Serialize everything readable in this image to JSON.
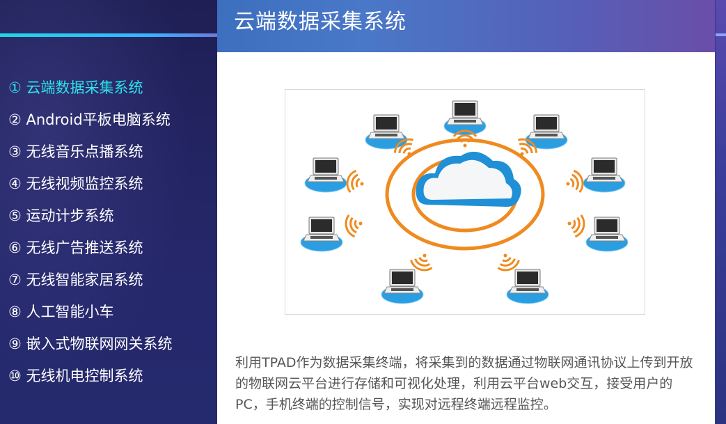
{
  "content": {
    "title": "云端数据采集系统",
    "description": "利用TPAD作为数据采集终端，将采集到的数据通过物联网通讯协议上传到开放的物联网云平台进行存储和可视化处理，利用云平台web交互，接受用户的PC，手机终端的控制信号，实现对远程终端远程监控。"
  },
  "sidebar": {
    "items": [
      {
        "label": "① 云端数据采集系统",
        "active": true
      },
      {
        "label": "② Android平板电脑系统"
      },
      {
        "label": "③ 无线音乐点播系统"
      },
      {
        "label": "④ 无线视频监控系统"
      },
      {
        "label": "⑤ 运动计步系统"
      },
      {
        "label": "⑥ 无线广告推送系统"
      },
      {
        "label": "⑦ 无线智能家居系统"
      },
      {
        "label": "⑧ 人工智能小车"
      },
      {
        "label": "⑨ 嵌入式物联网网关系统"
      },
      {
        "label": "⑩ 无线机电控制系统"
      }
    ]
  },
  "colors": {
    "active_item": "#2de3ee",
    "accent_orange": "#f08a1e",
    "cloud_blue": "#2a9ee0"
  },
  "icons": {
    "figure": "cloud-network-illustration",
    "node": "laptop-icon",
    "signal": "wifi-signal-icon"
  }
}
